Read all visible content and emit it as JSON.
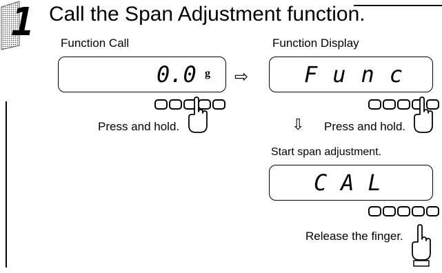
{
  "step": {
    "number": "1",
    "title": "Call the Span Adjustment function."
  },
  "panels": {
    "function_call": {
      "label": "Function Call",
      "display_value": "0.0",
      "display_unit": "g",
      "action": "Press and hold."
    },
    "function_display": {
      "label": "Function Display",
      "display_value": "Func",
      "action": "Press and hold."
    },
    "start_span": {
      "label": "Start span adjustment.",
      "display_value": "CAL",
      "action": "Release the finger."
    }
  },
  "arrows": {
    "right": "⇨",
    "down": "⇩"
  }
}
